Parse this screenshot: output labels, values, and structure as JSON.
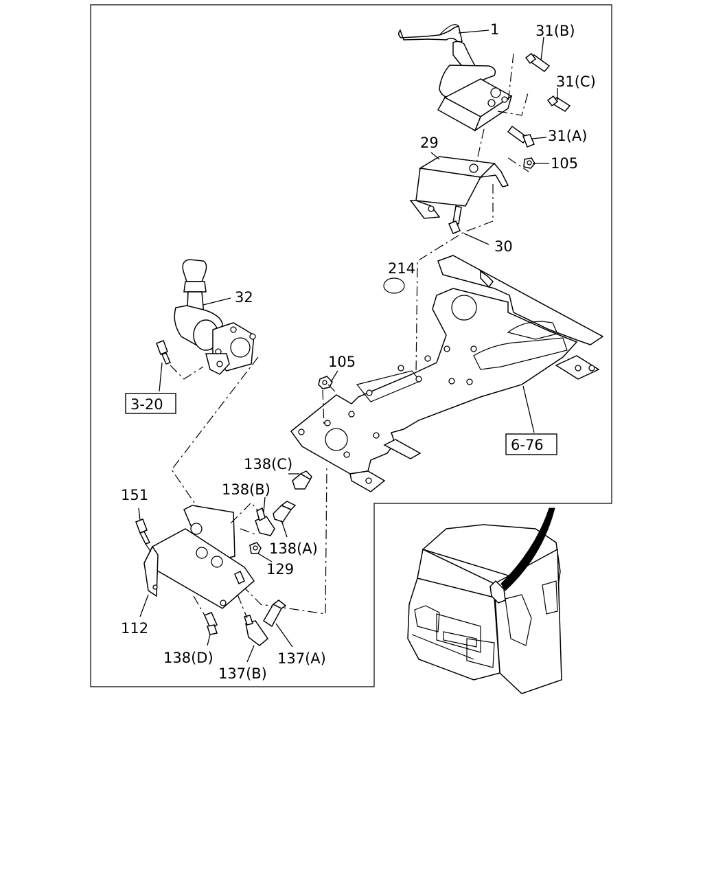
{
  "diagram": {
    "callouts": [
      {
        "id": "1",
        "text": "1"
      },
      {
        "id": "31b",
        "text": "31(B)"
      },
      {
        "id": "31c",
        "text": "31(C)"
      },
      {
        "id": "31a",
        "text": "31(A)"
      },
      {
        "id": "29",
        "text": "29"
      },
      {
        "id": "105a",
        "text": "105"
      },
      {
        "id": "30",
        "text": "30"
      },
      {
        "id": "214",
        "text": "214"
      },
      {
        "id": "32",
        "text": "32"
      },
      {
        "id": "105b",
        "text": "105"
      },
      {
        "id": "138c",
        "text": "138(C)"
      },
      {
        "id": "138b",
        "text": "138(B)"
      },
      {
        "id": "151",
        "text": "151"
      },
      {
        "id": "138a",
        "text": "138(A)"
      },
      {
        "id": "129",
        "text": "129"
      },
      {
        "id": "112",
        "text": "112"
      },
      {
        "id": "138d",
        "text": "138(D)"
      },
      {
        "id": "137b",
        "text": "137(B)"
      },
      {
        "id": "137a",
        "text": "137(A)"
      }
    ],
    "references": [
      {
        "id": "ref-3-20",
        "text": "3-20"
      },
      {
        "id": "ref-6-76",
        "text": "6-76"
      }
    ]
  }
}
